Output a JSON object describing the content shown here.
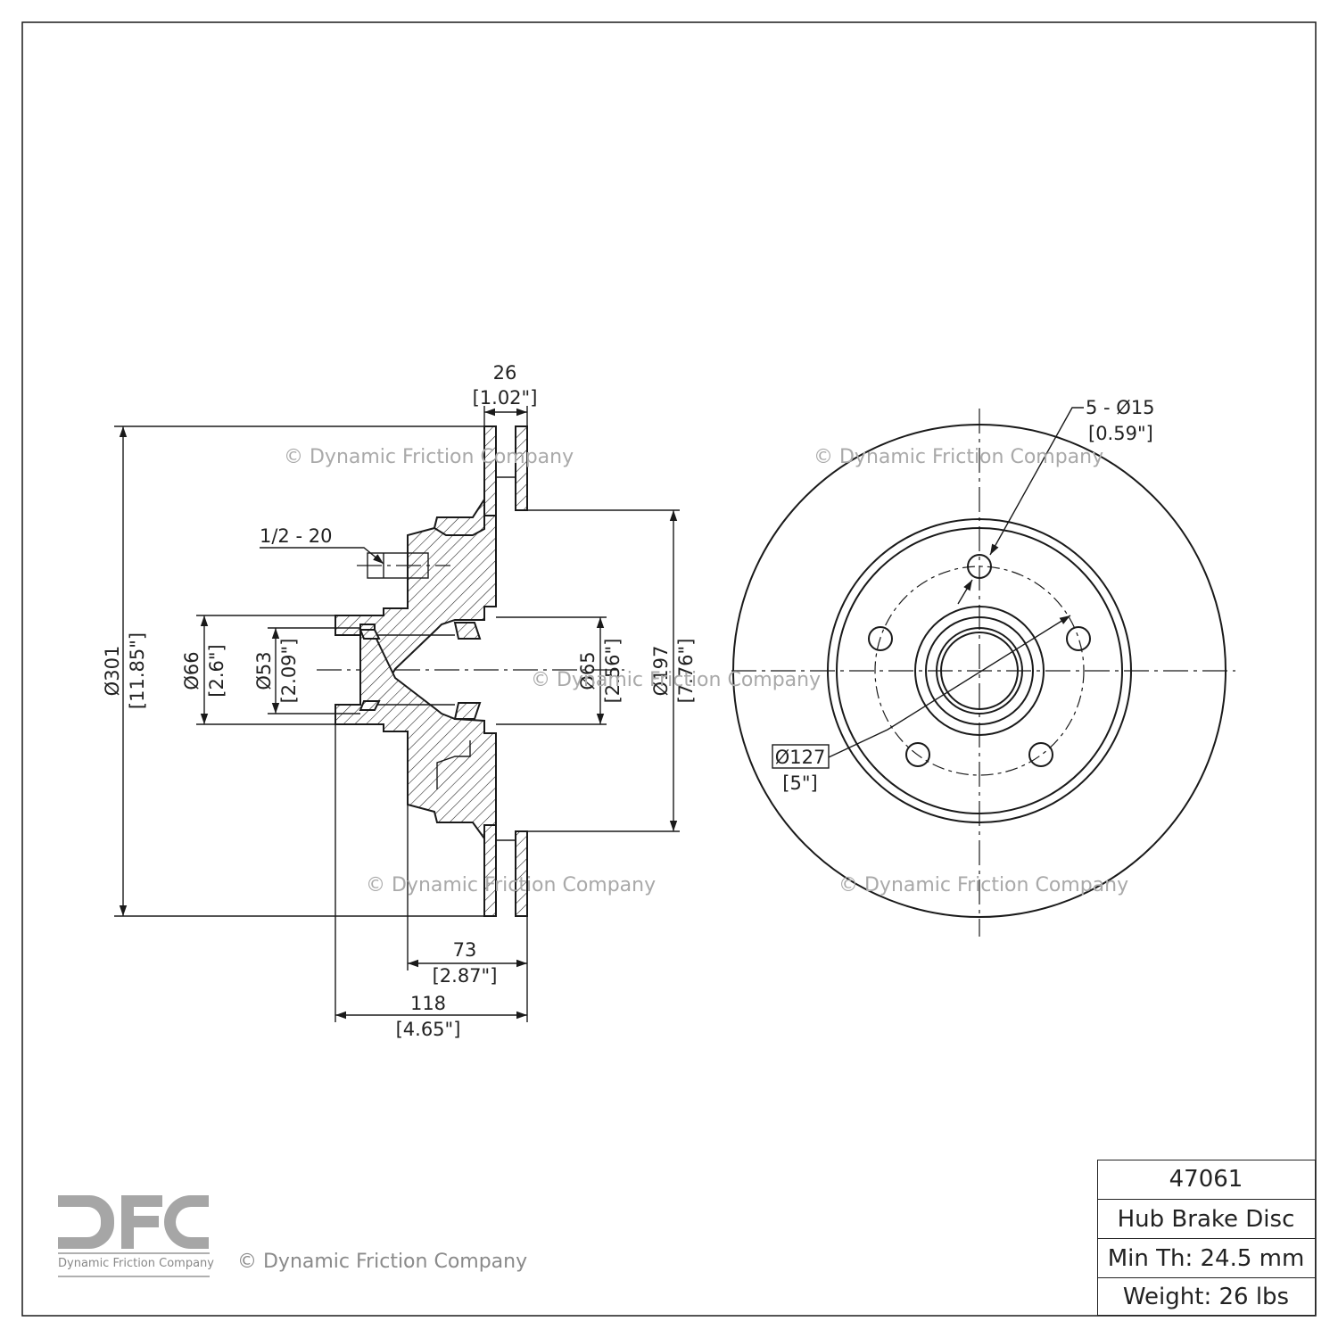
{
  "watermarks": {
    "w1": "© Dynamic Friction Company",
    "w2": "© Dynamic Friction Company",
    "w3": "© Dynamic Friction Company",
    "w4": "© Dynamic Friction Company",
    "w5": "© Dynamic Friction Company",
    "w6": "© Dynamic Friction Company"
  },
  "side_view": {
    "disc_thickness": {
      "mm": "26",
      "inch": "[1.02\"]"
    },
    "outer_diameter": {
      "mm": "Ø301",
      "inch": "[11.85\"]"
    },
    "bore_outer": {
      "mm": "Ø66",
      "inch": "[2.6\"]"
    },
    "bore_inner": {
      "mm": "Ø53",
      "inch": "[2.09\"]"
    },
    "bore_right": {
      "mm": "Ø65",
      "inch": "[2.56\"]"
    },
    "hat_diameter": {
      "mm": "Ø197",
      "inch": "[7.76\"]"
    },
    "stud_thread": "1/2 - 20",
    "hat_depth": {
      "mm": "73",
      "inch": "[2.87\"]"
    },
    "overall_height": {
      "mm": "118",
      "inch": "[4.65\"]"
    }
  },
  "front_view": {
    "bolt_holes": {
      "mm": "5 - Ø15",
      "inch": "[0.59\"]"
    },
    "bolt_circle": {
      "mm": "Ø127",
      "inch": "[5\"]"
    }
  },
  "title_block": {
    "part_number": "47061",
    "description": "Hub Brake Disc",
    "min_thickness": "Min Th: 24.5 mm",
    "weight": "Weight: 26 lbs"
  },
  "logo": {
    "letters": "DFC",
    "caption": "Dynamic Friction Company"
  },
  "footer_watermark": "© Dynamic Friction Company"
}
